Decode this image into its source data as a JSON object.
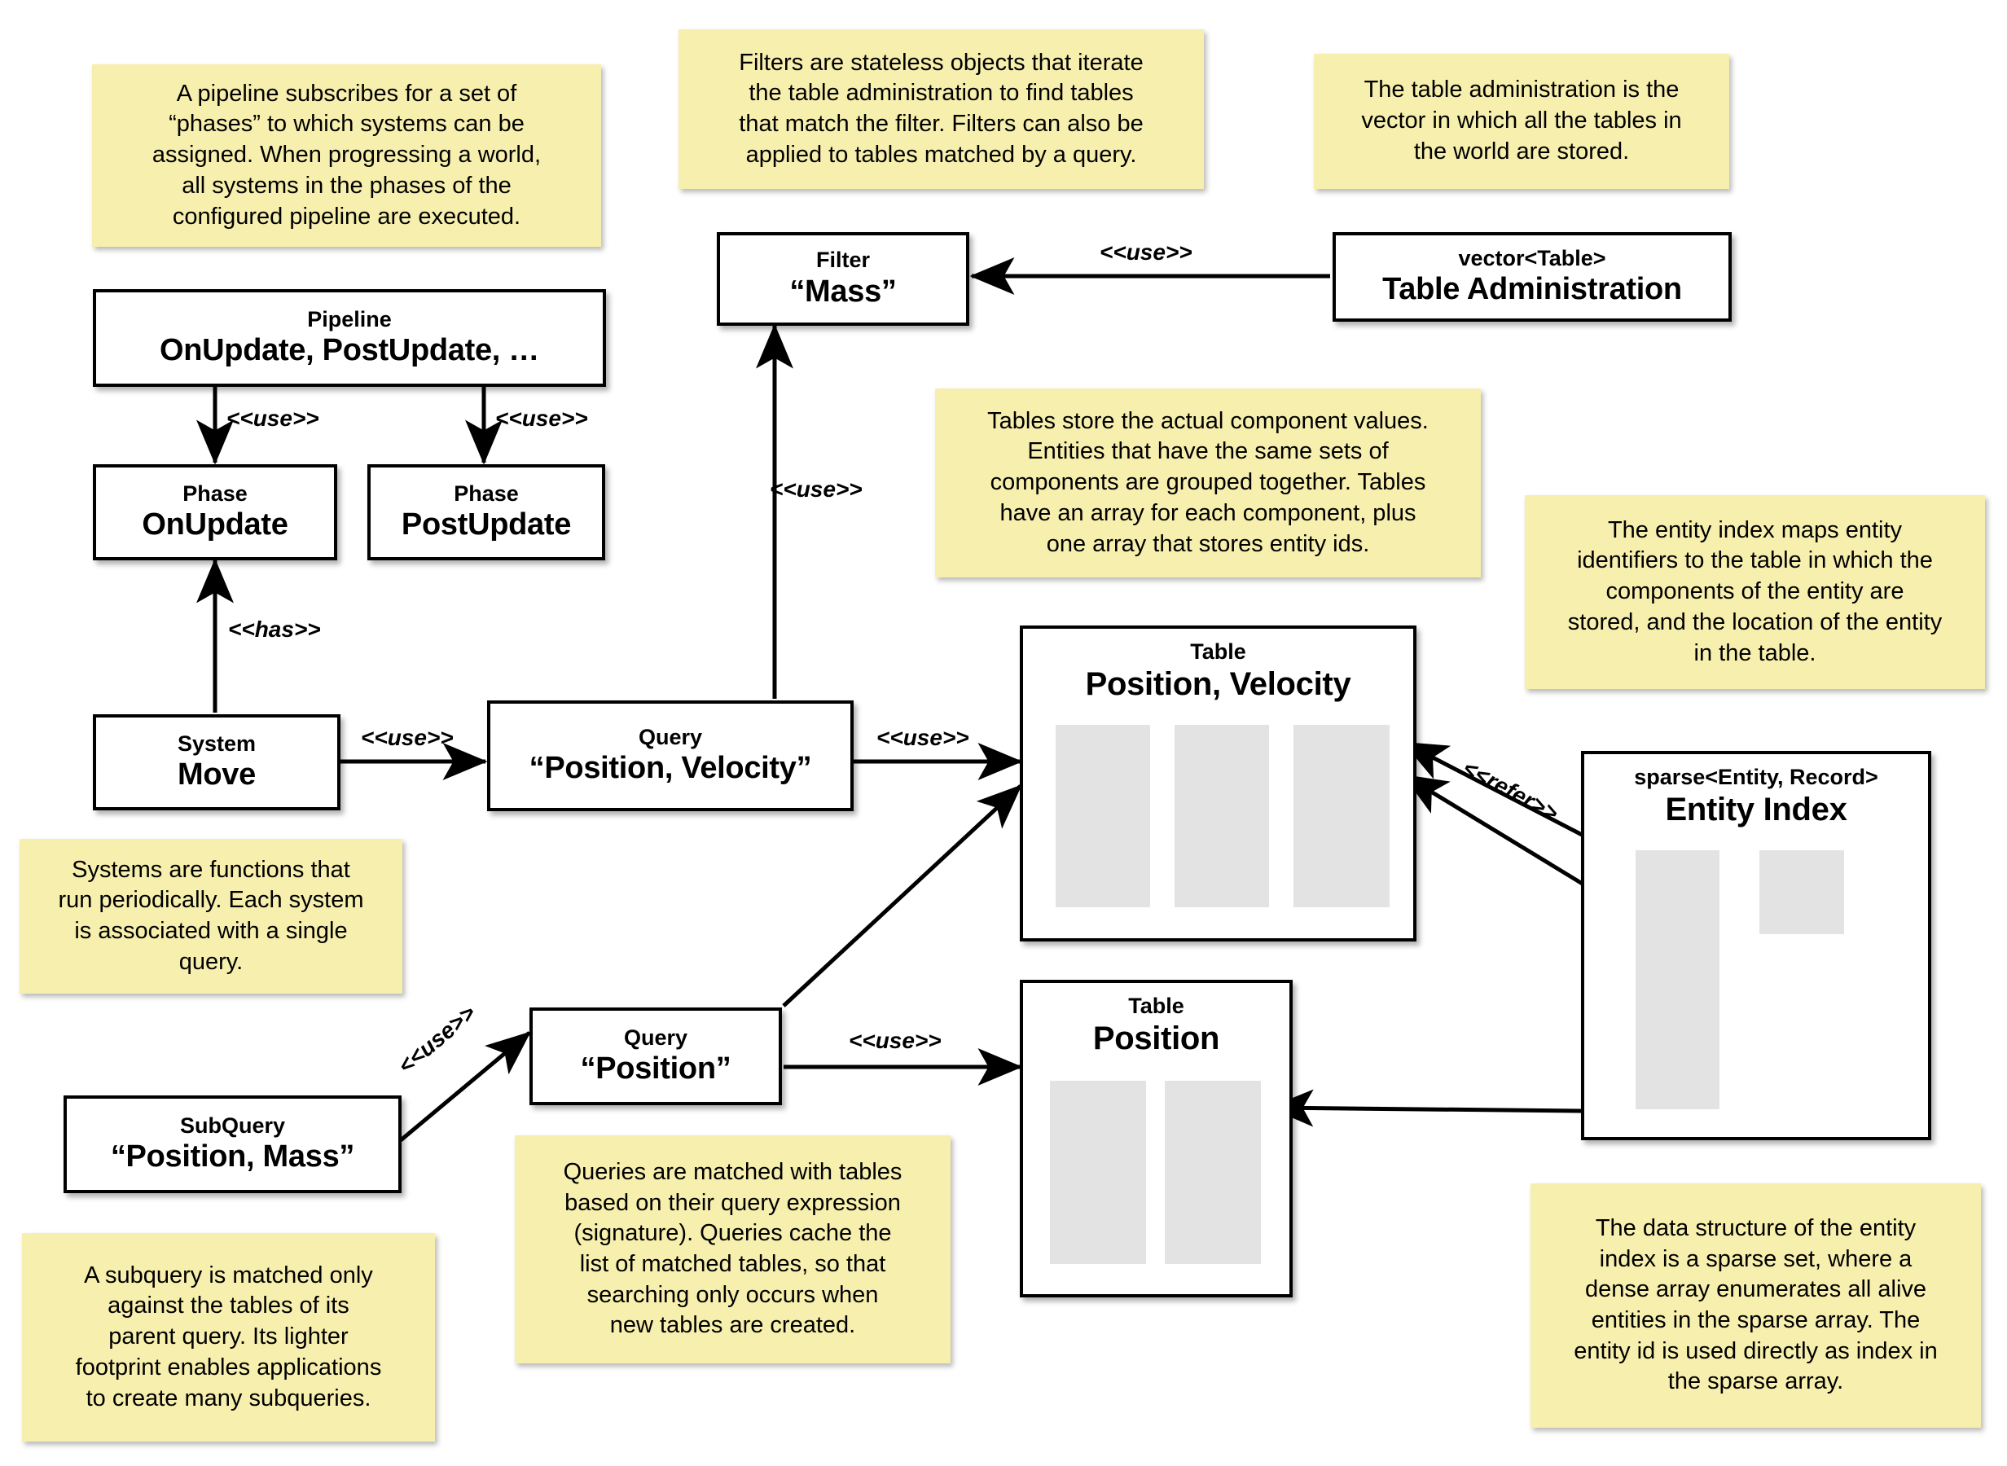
{
  "diagram": {
    "title": "Flecs ECS architecture diagram",
    "colors": {
      "note_background": "#f7efad",
      "box_background": "#ffffff",
      "box_border": "#000000",
      "column_fill": "#e3e3e3",
      "canvas_background": "#ffffff"
    }
  },
  "notes": [
    {
      "id": "note-pipeline",
      "text": "A pipeline subscribes for a set of\n“phases” to which systems can be\nassigned. When progressing a world,\nall systems in the phases of the\nconfigured pipeline are executed."
    },
    {
      "id": "note-filter",
      "text": "Filters are stateless objects that iterate\nthe table administration to find tables\nthat match the filter. Filters can also be\napplied to tables matched by a query."
    },
    {
      "id": "note-table-administration",
      "text": "The table administration is the\nvector in which all the tables in\nthe world are stored."
    },
    {
      "id": "note-tables",
      "text": "Tables store the actual component values.\nEntities that have the same sets of\ncomponents are grouped together. Tables\nhave an array for each component, plus\none array that stores entity ids."
    },
    {
      "id": "note-entity-index",
      "text": "The entity index maps entity\nidentifiers to the table in which the\ncomponents of the entity are\nstored, and the location of the entity\nin the table."
    },
    {
      "id": "note-systems",
      "text": "Systems are functions that\nrun periodically. Each system\nis associated with a single\nquery."
    },
    {
      "id": "note-queries",
      "text": "Queries are matched with tables\nbased on their query expression\n(signature). Queries cache the\nlist of matched tables, so that\nsearching only occurs when\nnew tables are created."
    },
    {
      "id": "note-subquery",
      "text": "A subquery is matched only\nagainst the tables of its\nparent query. Its lighter\nfootprint enables applications\nto create many subqueries."
    },
    {
      "id": "note-sparse-set",
      "text": "The data structure of the entity\nindex is a sparse set, where a\ndense array enumerates all alive\nentities in the sparse array. The\nentity id is used directly as index in\nthe sparse array."
    }
  ],
  "nodes": {
    "filter_mass": {
      "stereotype": "Filter",
      "name": "“Mass”"
    },
    "table_administration": {
      "stereotype": "vector<Table>",
      "name": "Table Administration"
    },
    "pipeline": {
      "stereotype": "Pipeline",
      "name": "OnUpdate, PostUpdate, …"
    },
    "phase_onupdate": {
      "stereotype": "Phase",
      "name": "OnUpdate"
    },
    "phase_postupdate": {
      "stereotype": "Phase",
      "name": "PostUpdate"
    },
    "system_move": {
      "stereotype": "System",
      "name": "Move"
    },
    "query_position_velocity": {
      "stereotype": "Query",
      "name": "“Position, Velocity”"
    },
    "query_position": {
      "stereotype": "Query",
      "name": "“Position”"
    },
    "subquery_position_mass": {
      "stereotype": "SubQuery",
      "name": "“Position, Mass”"
    },
    "table_position_velocity": {
      "stereotype": "Table",
      "name": "Position, Velocity"
    },
    "table_position": {
      "stereotype": "Table",
      "name": "Position"
    },
    "entity_index": {
      "stereotype": "sparse<Entity, Record>",
      "name": "Entity Index"
    }
  },
  "edges": [
    {
      "id": "edge-tableadmin-to-filter",
      "label": "<<use>>",
      "from": "table_administration",
      "to": "filter_mass"
    },
    {
      "id": "edge-pipeline-to-onupdate",
      "label": "<<use>>",
      "from": "pipeline",
      "to": "phase_onupdate"
    },
    {
      "id": "edge-pipeline-to-postupdate",
      "label": "<<use>>",
      "from": "pipeline",
      "to": "phase_postupdate"
    },
    {
      "id": "edge-system-to-onupdate",
      "label": "<<has>>",
      "from": "system_move",
      "to": "phase_onupdate"
    },
    {
      "id": "edge-system-to-query",
      "label": "<<use>>",
      "from": "system_move",
      "to": "query_position_velocity"
    },
    {
      "id": "edge-query-to-filter",
      "label": "<<use>>",
      "from": "query_position_velocity",
      "to": "filter_mass"
    },
    {
      "id": "edge-query-to-table-pv",
      "label": "<<use>>",
      "from": "query_position_velocity",
      "to": "table_position_velocity"
    },
    {
      "id": "edge-queryposition-to-table-pv",
      "label": "",
      "from": "query_position",
      "to": "table_position_velocity"
    },
    {
      "id": "edge-queryposition-to-table-p",
      "label": "<<use>>",
      "from": "query_position",
      "to": "table_position"
    },
    {
      "id": "edge-subquery-to-queryposition",
      "label": "<<use>>",
      "from": "subquery_position_mass",
      "to": "query_position"
    },
    {
      "id": "edge-entityindex-to-tables",
      "label": "<<refer>>",
      "from": "entity_index",
      "to": "table_position_velocity"
    }
  ]
}
